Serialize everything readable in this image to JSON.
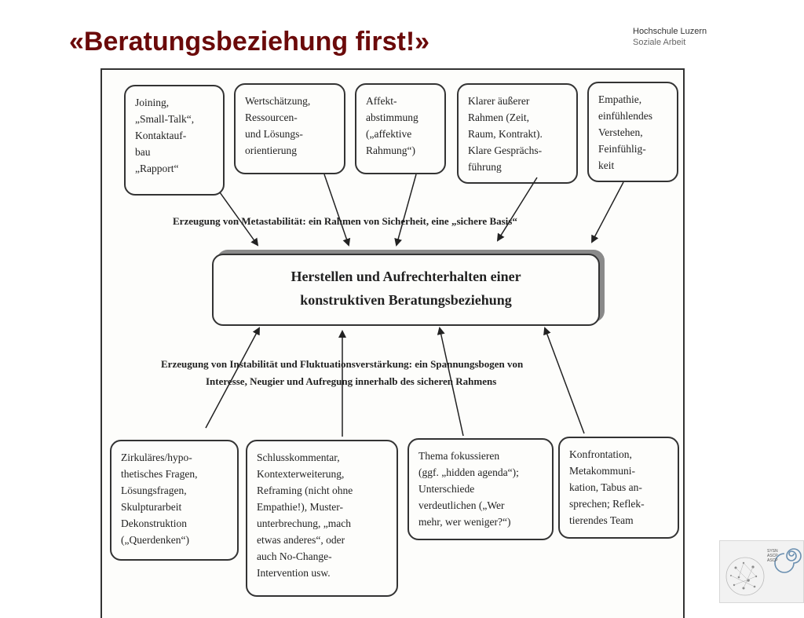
{
  "title": "«Beratungsbeziehung first!»",
  "brand": {
    "name": "Hochschule Luzern",
    "sub": "Soziale Arbeit"
  },
  "top_boxes": [
    "Joining,\n„Small-Talk“,\nKontaktauf-\nbau\n„Rapport“",
    "Wertschätzung,\nRessourcen-\nund Lösungs-\norientierung",
    "Affekt-\nabstimmung\n(„affektive\nRahmung“)",
    "Klarer äußerer\nRahmen (Zeit,\nRaum, Kontrakt).\nKlare Gesprächs-\nführung",
    "Empathie,\neinfühlendes\nVerstehen,\nFeinfühlig-\nkeit"
  ],
  "label_top": "Erzeugung von Metastabilität: ein Rahmen von Sicherheit, eine „sichere Basis“",
  "center": "Herstellen und Aufrechterhalten einer\nkonstruktiven Beratungsbeziehung",
  "label_bottom_1": "Erzeugung von Instabilität und Fluktuationsverstärkung: ein Spannungsbogen von",
  "label_bottom_2": "Interesse, Neugier und Aufregung innerhalb des sicheren Rahmens",
  "bottom_boxes": [
    "Zirkuläres/hypo-\nthetisches Fragen,\nLösungsfragen,\nSkulpturarbeit\nDekonstruktion\n(„Querdenken“)",
    "Schlusskommentar,\nKontexterweiterung,\nReframing (nicht ohne\nEmpathie!), Muster-\nunterbrechung, „mach\netwas anderes“, oder\nauch No-Change-\nIntervention usw.",
    "Thema fokussieren\n(ggf. „hidden agenda“);\nUnterschiede\nverdeutlichen („Wer\nmehr, wer weniger?“)",
    "Konfrontation,\nMetakommuni-\nkation, Tabus an-\nsprechen; Reflek-\ntierendes Team"
  ],
  "logo": {
    "text": "SYSN\nASCP\nASCP"
  }
}
